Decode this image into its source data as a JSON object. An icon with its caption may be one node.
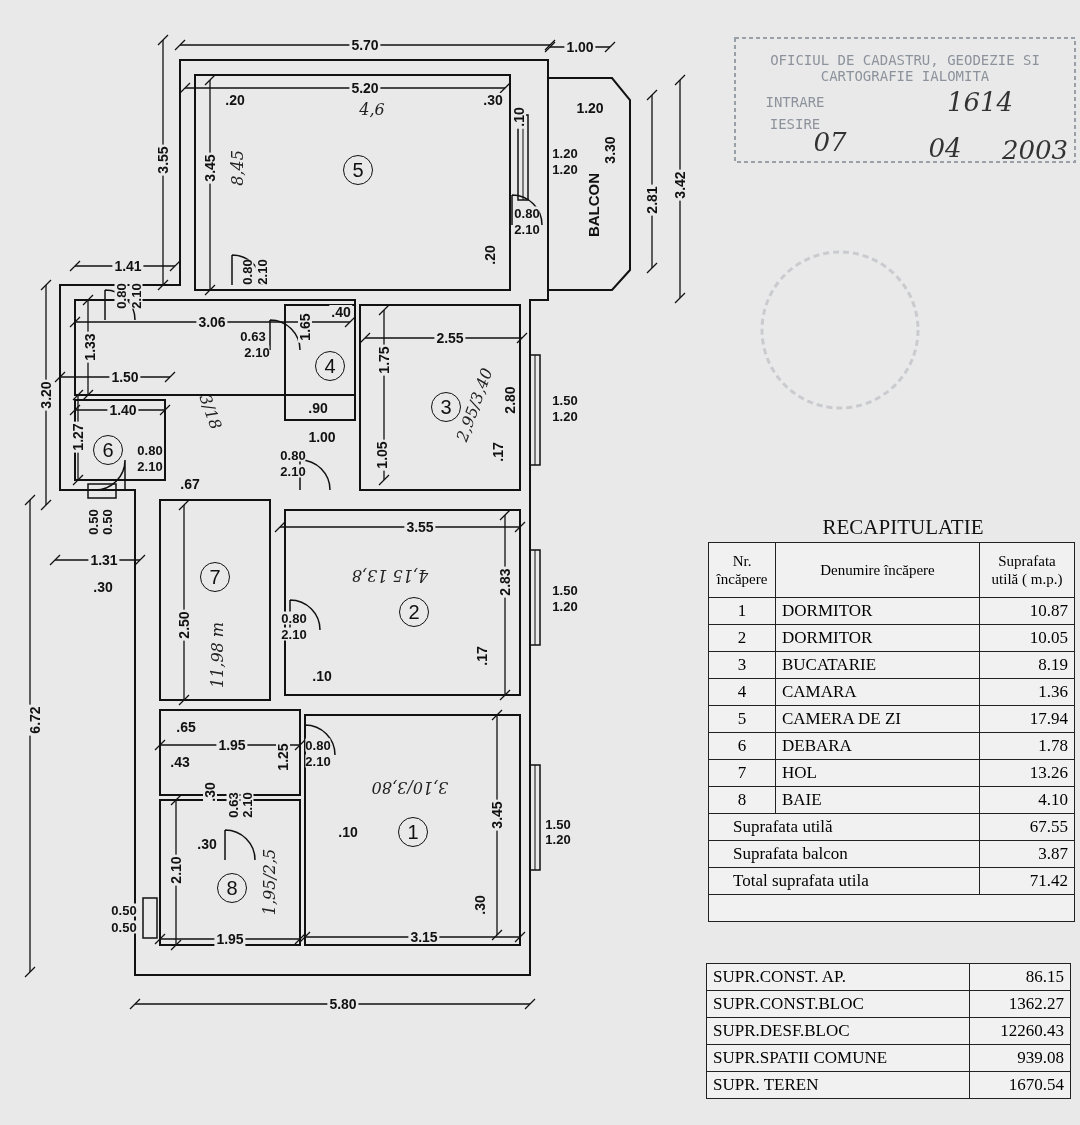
{
  "diagram": {
    "labels": [
      "5.70",
      "1.00",
      "5.20",
      ".20",
      ".30",
      ".10",
      "1.20",
      "4,6",
      "3.55",
      "3.45",
      "8,45",
      "5",
      "1.20",
      "1.20",
      "BALCON",
      "3.30",
      "2.81",
      "3.42",
      "0.80",
      "2.10",
      ".20",
      "1.41",
      "0.80",
      "2.10",
      "0.80",
      "2.10",
      "3.06",
      ".40",
      "1.65",
      "0.63",
      "2.10",
      "2.55",
      "1.33",
      "1.75",
      "4",
      "1.50",
      "3/18",
      "3",
      "2,95/3,40",
      "2.80",
      "1.50",
      "1.20",
      "1.40",
      "3.20",
      ".90",
      "1.00",
      "1.27",
      "6",
      "0.80",
      "2.10",
      "1.05",
      ".17",
      "0.80",
      "2.10",
      ".67",
      "0.50",
      "0.50",
      "3.55",
      "1.31",
      ".30",
      "7",
      "4,15 13,8",
      "2.50",
      "2",
      "2.83",
      "1.50",
      "1.20",
      "0.80",
      "2.10",
      "11,98 m",
      ".10",
      ".17",
      "6.72",
      ".65",
      "1.95",
      "0.80",
      "2.10",
      "1.25",
      ".43",
      ".30",
      "3,10/3,80",
      "0.63",
      "2.10",
      ".30",
      ".10",
      "1",
      "3.45",
      "1.50",
      "1.20",
      "2.10",
      "8",
      "1,95/2,5",
      "0.50",
      "0.50",
      ".30",
      "1.95",
      "3.15",
      "5.80",
      "OFICIUL DE CADASTRU, GEODEZIE SI CARTOGRAFIE IALOMITA",
      "INTRARE",
      "IESIRE",
      "1614",
      "07",
      "04",
      "2003",
      "RECAPITULATIE",
      "Nr. încăpere",
      "Denumire încăpere",
      "Suprafata utilă ( m.p.)",
      "1",
      "DORMITOR",
      "10.87",
      "2",
      "DORMITOR",
      "10.05",
      "3",
      "BUCATARIE",
      "8.19",
      "4",
      "CAMARA",
      "1.36",
      "5",
      "CAMERA DE ZI",
      "17.94",
      "6",
      "DEBARA",
      "1.78",
      "7",
      "HOL",
      "13.26",
      "8",
      "BAIE",
      "4.10",
      "Suprafata utilă",
      "67.55",
      "Suprafata balcon",
      "3.87",
      "Total suprafata utila",
      "71.42",
      "SUPR.CONST. AP.",
      "86.15",
      "SUPR.CONST.BLOC",
      "1362.27",
      "SUPR.DESF.BLOC",
      "12260.43",
      "SUPR.SPATII COMUNE",
      "939.08",
      "SUPR. TEREN",
      "1670.54"
    ]
  }
}
